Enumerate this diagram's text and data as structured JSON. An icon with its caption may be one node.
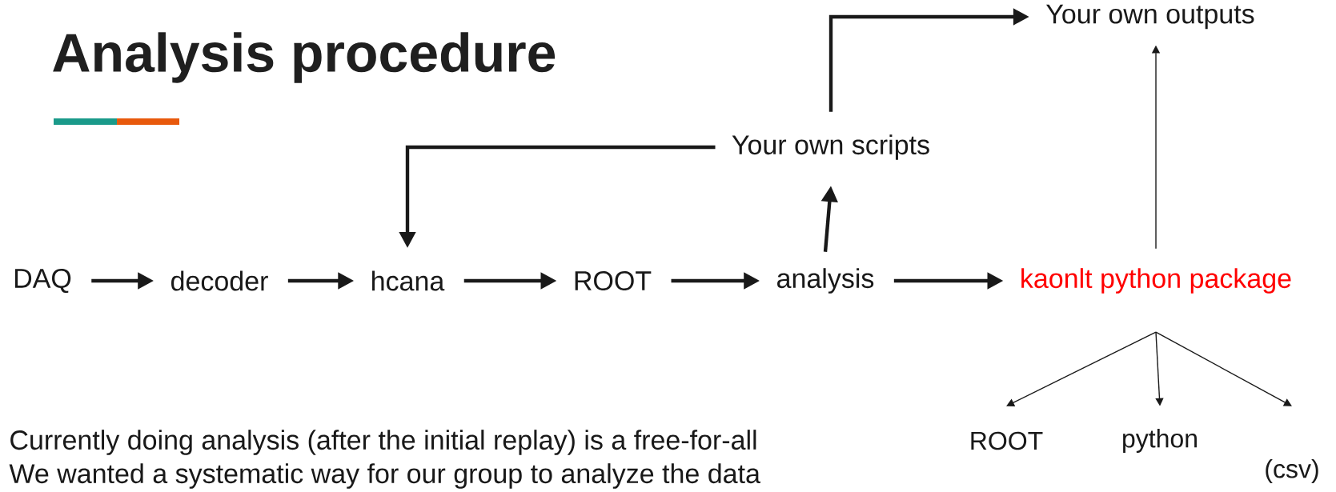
{
  "diagram": {
    "title": "Analysis procedure",
    "nodes": [
      {
        "text": [
          "Your own outputs"
        ]
      },
      {
        "text": [
          "Your own scripts"
        ]
      },
      {
        "text": [
          "DAQ"
        ]
      },
      {
        "text": [
          "decoder"
        ]
      },
      {
        "text": [
          "hcana"
        ]
      },
      {
        "text": [
          "ROOT"
        ]
      },
      {
        "text": [
          "analysis"
        ]
      },
      {
        "text": [
          "kaonlt python package"
        ]
      },
      {
        "text": [
          "ROOT"
        ]
      },
      {
        "text": [
          "python"
        ]
      },
      {
        "text": [
          "(csv)"
        ]
      }
    ],
    "edges": [
      {
        "from": 2,
        "to": 3,
        "arrow": "to"
      },
      {
        "from": 3,
        "to": 4,
        "arrow": "to"
      },
      {
        "from": 4,
        "to": 5,
        "arrow": "to"
      },
      {
        "from": 5,
        "to": 6,
        "arrow": "to"
      },
      {
        "from": 6,
        "to": 7,
        "arrow": "to"
      },
      {
        "from": 6,
        "to": 1,
        "arrow": "to"
      },
      {
        "from": 1,
        "to": 4,
        "arrow": "to"
      },
      {
        "from": 1,
        "to": 0,
        "arrow": "to"
      },
      {
        "from": 7,
        "to": 0,
        "arrow": "to"
      },
      {
        "from": 7,
        "to": 8,
        "arrow": "to"
      },
      {
        "from": 7,
        "to": 9,
        "arrow": "to"
      },
      {
        "from": 7,
        "to": 10,
        "arrow": "to"
      }
    ],
    "labels": [
      "Currently doing analysis (after the initial replay) is a free-for-all",
      "We wanted a systematic way for our group to analyze the data"
    ]
  }
}
